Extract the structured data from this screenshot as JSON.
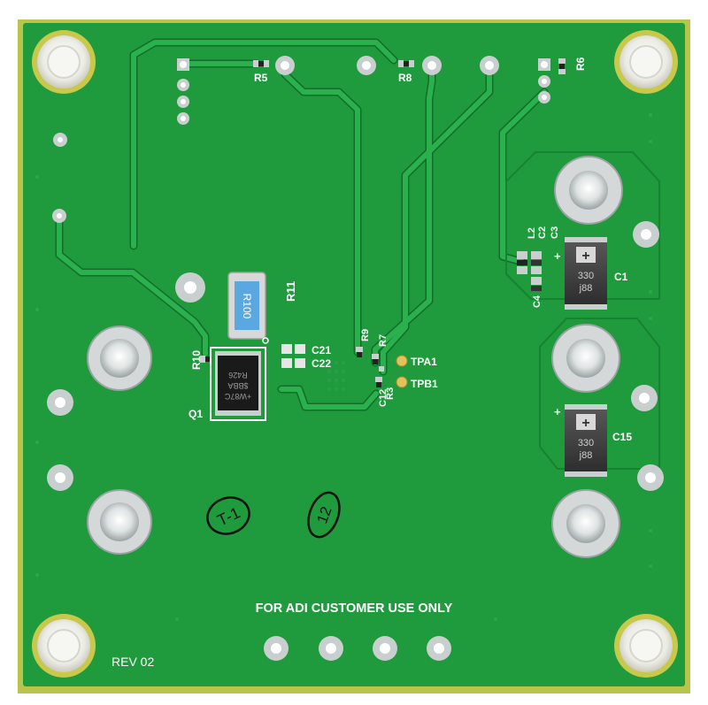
{
  "board": {
    "colors": {
      "solder_mask": "#1f9a3c",
      "solder_mask_dark": "#178232",
      "trace": "#23a846",
      "trace_edge": "#136d2a",
      "silkscreen": "#ffffff",
      "pad_metal": "#c9cfcf",
      "gold_pad": "#e2c25a",
      "standoff": "#eeeeea"
    },
    "silkscreen_text": {
      "footer_notice": "FOR ADI CUSTOMER USE ONLY",
      "revision": "REV 02",
      "stamp_left": "T-1",
      "stamp_right": "12"
    },
    "designators": {
      "r5": "R5",
      "r8": "R8",
      "r6": "R6",
      "r11": "R11",
      "r10": "R10",
      "r9": "R9",
      "r7": "R7",
      "r3": "R3",
      "c21": "C21",
      "c22": "C22",
      "c12": "C12",
      "c1": "C1",
      "c2": "C2",
      "c3": "C3",
      "c4": "C4",
      "c15": "C15",
      "l2": "L2",
      "q1": "Q1",
      "tpa1": "TPA1",
      "tpb1": "TPB1",
      "plus_c1": "+",
      "plus_c15": "+"
    },
    "component_markings": {
      "shunt_resistor": "R100",
      "mosfet_line1": "R426",
      "mosfet_line2": "$BBA",
      "mosfet_line3": "+W87C",
      "cap_c1_line1": "330",
      "cap_c1_line2": "j88",
      "cap_c15_line1": "330",
      "cap_c15_line2": "j88",
      "polarity_mark": "+"
    }
  }
}
